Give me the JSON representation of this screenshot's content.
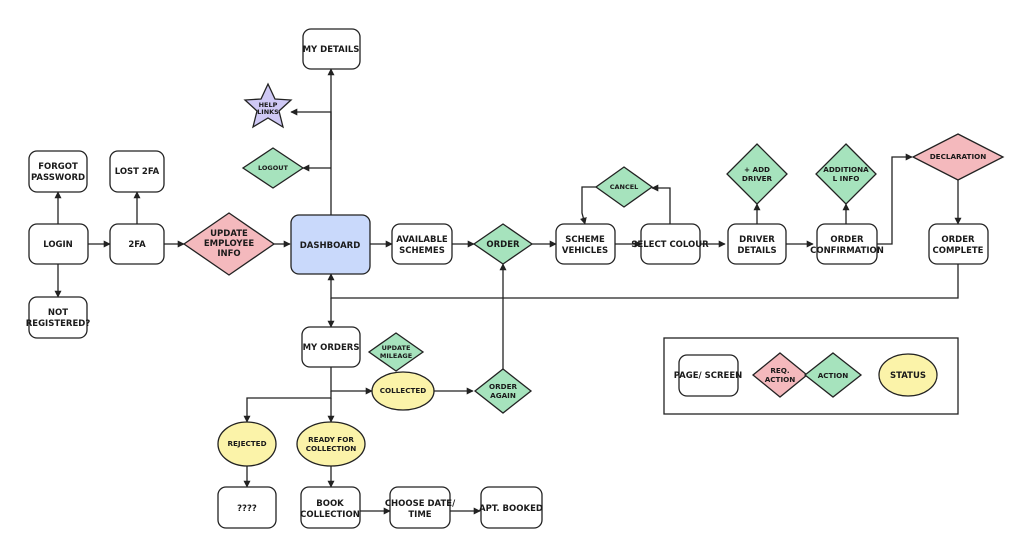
{
  "colors": {
    "page": "#ffffff",
    "dashboard": "#c9d9fb",
    "required_action": "#f4b9bd",
    "action": "#a6e3bd",
    "status": "#fbf3a9",
    "help_star": "#cfc9f5"
  },
  "nodes": {
    "my_details": [
      "MY DETAILS"
    ],
    "help_links": [
      "HELP",
      "LINKS"
    ],
    "logout": [
      "LOGOUT"
    ],
    "forgot_password": [
      "FORGOT",
      "PASSWORD"
    ],
    "lost_2fa": [
      "LOST 2FA"
    ],
    "login": [
      "LOGIN"
    ],
    "twofa": [
      "2FA"
    ],
    "update_employee_info": [
      "UPDATE",
      "EMPLOYEE",
      "INFO"
    ],
    "dashboard": [
      "DASHBOARD"
    ],
    "available_schemes": [
      "AVAILABLE",
      "SCHEMES"
    ],
    "order": [
      "ORDER"
    ],
    "cancel": [
      "CANCEL"
    ],
    "scheme_vehicles": [
      "SCHEME",
      "VEHICLES"
    ],
    "select_colour": [
      "SELECT COLOUR"
    ],
    "add_driver": [
      "+ ADD",
      "DRIVER"
    ],
    "driver_details": [
      "DRIVER",
      "DETAILS"
    ],
    "additional_info": [
      "ADDITIONA",
      "L INFO"
    ],
    "order_confirmation": [
      "ORDER",
      "CONFIRMATION"
    ],
    "declaration": [
      "DECLARATION"
    ],
    "order_complete": [
      "ORDER",
      "COMPLETE"
    ],
    "not_registered": [
      "NOT",
      "REGISTERED?"
    ],
    "my_orders": [
      "MY ORDERS"
    ],
    "update_mileage": [
      "UPDATE",
      "MILEAGE"
    ],
    "collected": [
      "COLLECTED"
    ],
    "order_again": [
      "ORDER",
      "AGAIN"
    ],
    "rejected": [
      "REJECTED"
    ],
    "ready_for_collection": [
      "READY FOR",
      "COLLECTION"
    ],
    "unknown": [
      "????"
    ],
    "book_collection": [
      "BOOK",
      "COLLECTION"
    ],
    "choose_date_time": [
      "CHOOSE DATE/",
      "TIME"
    ],
    "apt_booked": [
      "APT. BOOKED"
    ]
  },
  "legend": {
    "page_screen": [
      "PAGE/ SCREEN"
    ],
    "req_action": [
      "REQ.",
      "ACTION"
    ],
    "action": [
      "ACTION"
    ],
    "status": [
      "STATUS"
    ]
  }
}
